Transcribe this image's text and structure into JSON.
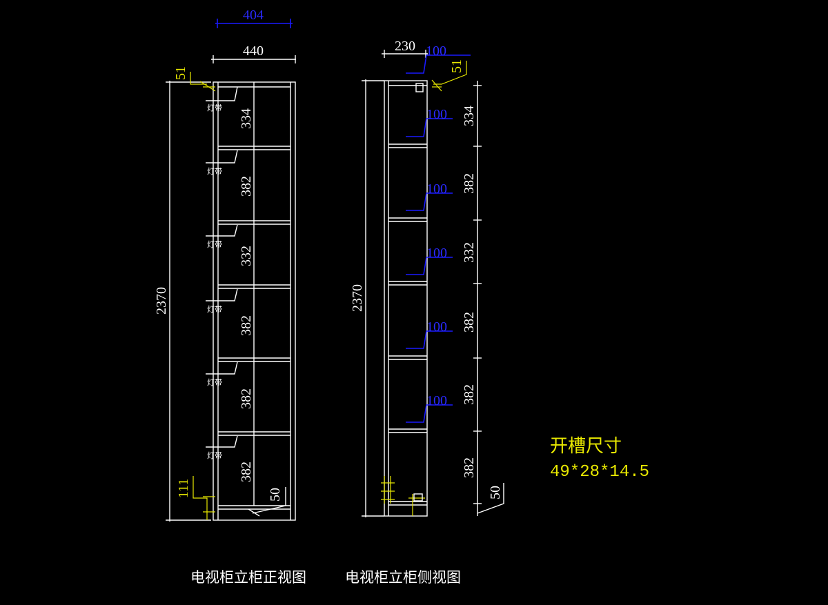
{
  "colors": {
    "background": "#000000",
    "lines": "#ffffff",
    "dims_yellow": "#e8e800",
    "dims_blue": "#1a1aff"
  },
  "front_view": {
    "caption": "电视柜立柜正视图",
    "width_outer": "440",
    "width_inner": "404",
    "height_total": "2370",
    "top_offset": "51",
    "bottom_offset": "111",
    "base_height": "50",
    "light_strip_label": "灯带",
    "compartments": [
      "334",
      "382",
      "332",
      "382",
      "382",
      "382"
    ]
  },
  "side_view": {
    "caption": "电视柜立柜侧视图",
    "depth": "230",
    "height_total": "2370",
    "top_offset": "51",
    "base_height": "50",
    "groove_offset": "100",
    "compartments": [
      "334",
      "382",
      "332",
      "382",
      "382",
      "382"
    ]
  },
  "note": {
    "title": "开槽尺寸",
    "value": "49*28*14.5"
  }
}
